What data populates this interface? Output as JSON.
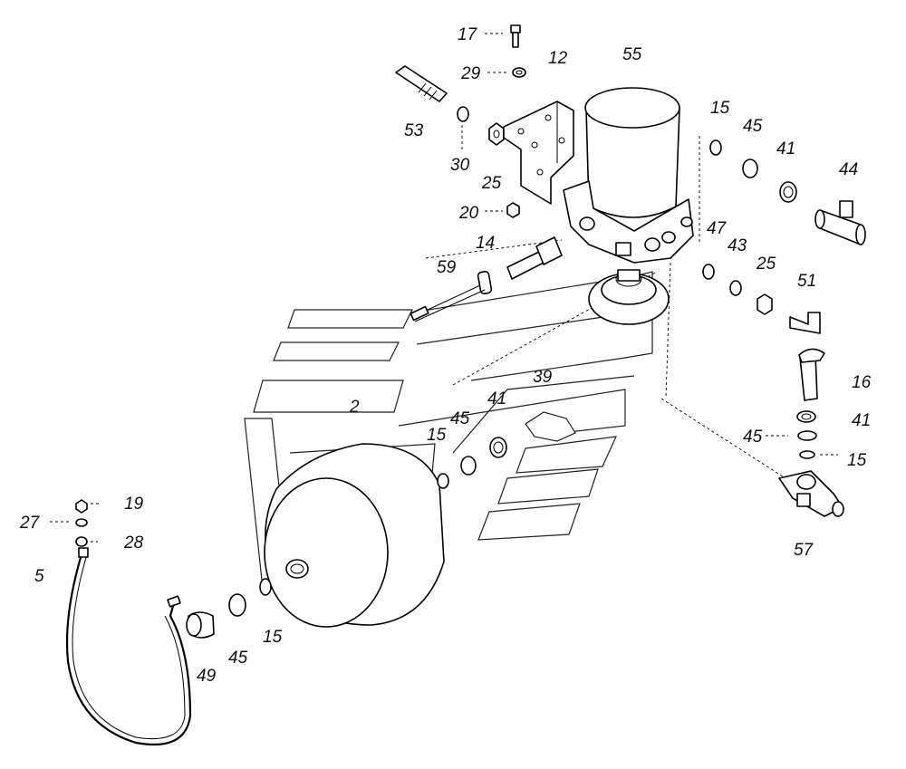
{
  "diagram": {
    "labels": {
      "p2": "2",
      "p5": "5",
      "p12": "12",
      "p14": "14",
      "p15a": "15",
      "p15b": "15",
      "p15c": "15",
      "p15d": "15",
      "p16": "16",
      "p17": "17",
      "p19": "19",
      "p20": "20",
      "p25a": "25",
      "p25b": "25",
      "p27": "27",
      "p28": "28",
      "p29": "29",
      "p30": "30",
      "p39": "39",
      "p41a": "41",
      "p41b": "41",
      "p41c": "41",
      "p43": "43",
      "p44": "44",
      "p45a": "45",
      "p45b": "45",
      "p45c": "45",
      "p45d": "45",
      "p47": "47",
      "p49": "49",
      "p51": "51",
      "p53": "53",
      "p55": "55",
      "p57": "57",
      "p59": "59"
    }
  }
}
